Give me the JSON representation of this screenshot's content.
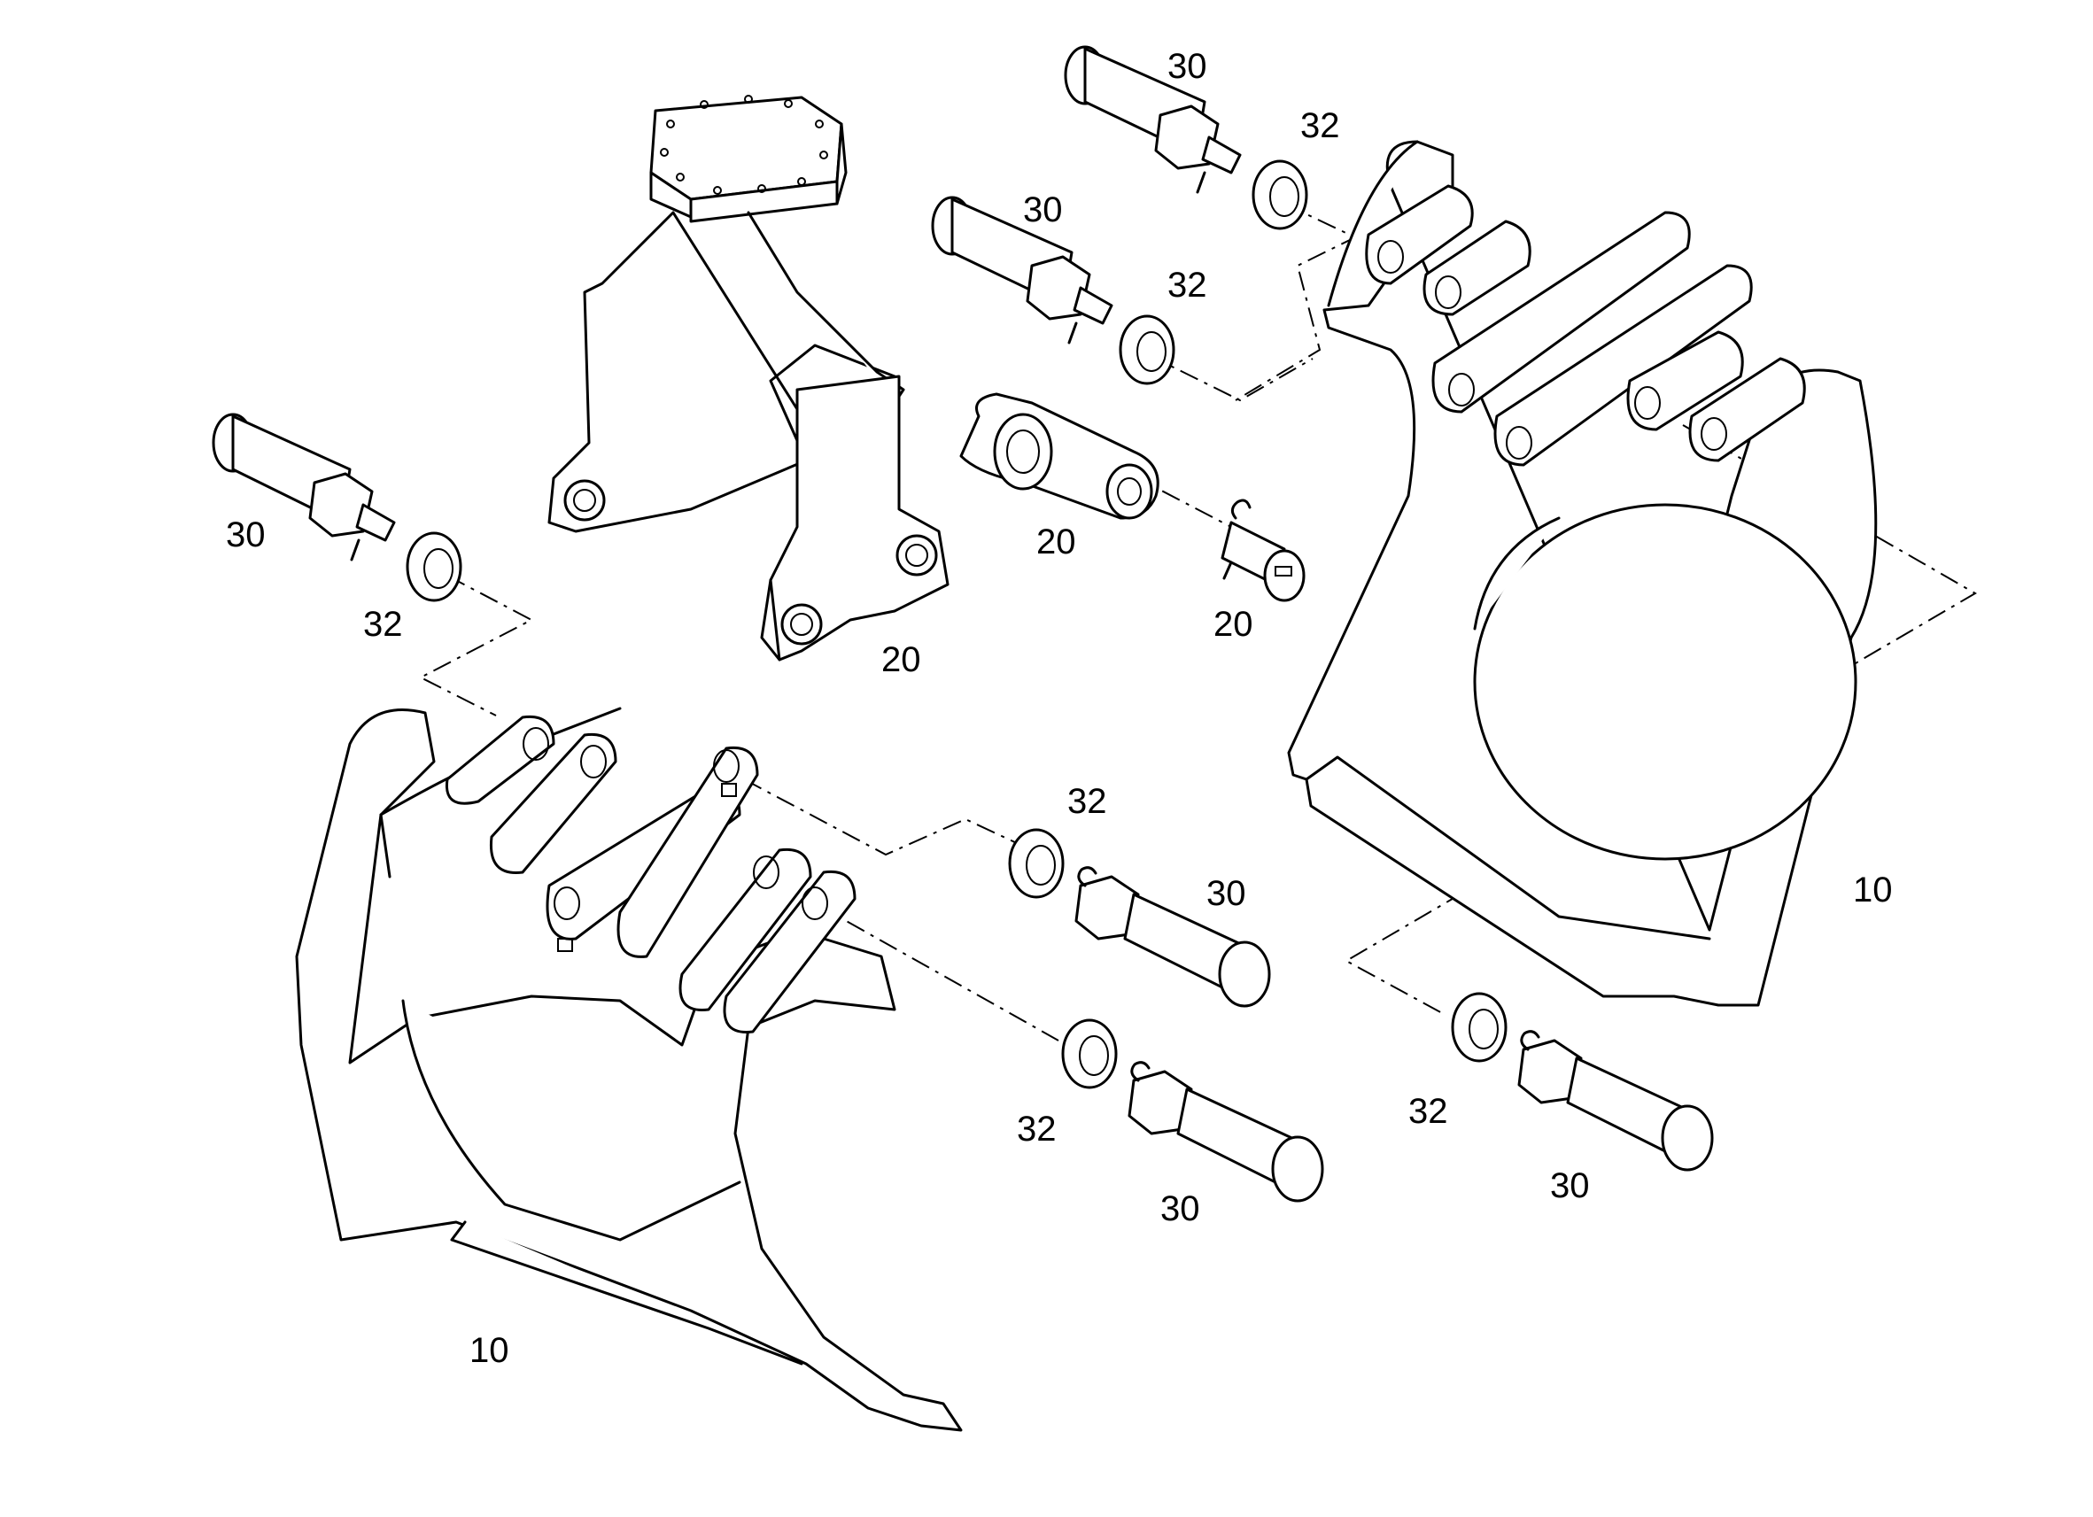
{
  "diagram": {
    "callouts": {
      "tl_pin": "30",
      "tl_washer": "32",
      "mid_pin": "30",
      "mid_washer": "32",
      "left_pin": "30",
      "left_washer": "32",
      "rotator_bracket": "20",
      "link": "20",
      "link_pin": "20",
      "right_jaw": "10",
      "left_jaw": "10",
      "lr_washer_a": "32",
      "lr_pin_a": "30",
      "lr_washer_b": "32",
      "lr_pin_b": "30",
      "rr_washer": "32",
      "rr_pin": "30"
    },
    "colors": {
      "line": "#000000",
      "background": "#ffffff"
    }
  }
}
